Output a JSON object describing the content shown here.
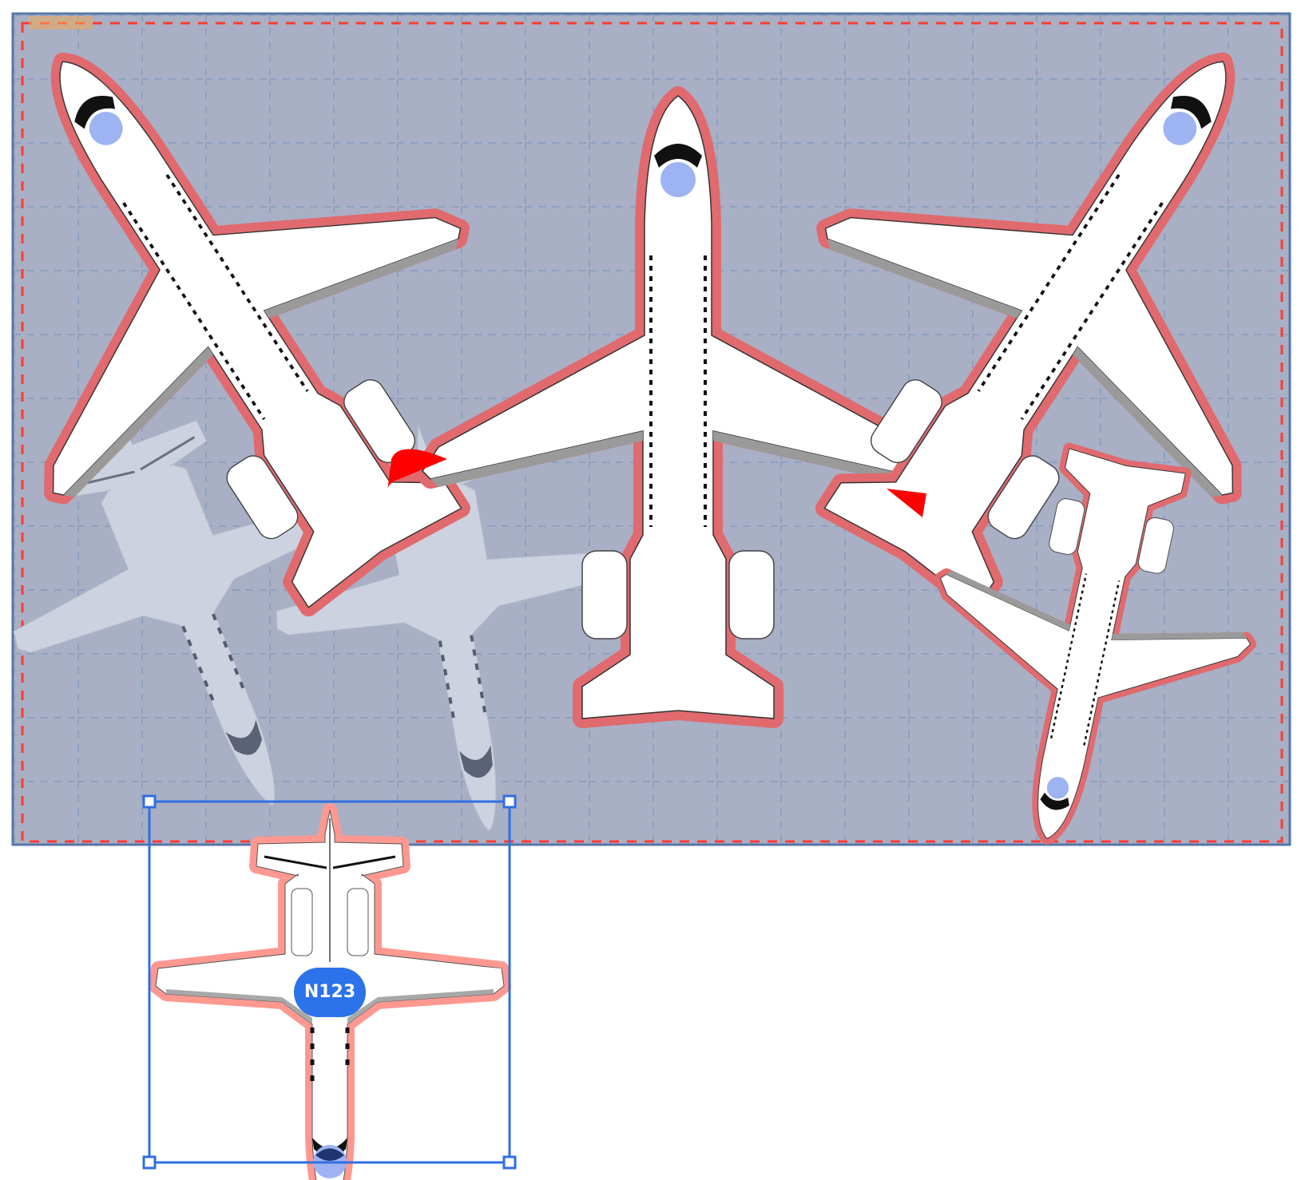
{
  "canvas": {
    "background": "#a9afc4",
    "border_color": "#5676a8",
    "grid_color": "#8a9ec0",
    "grid_spacing": 80,
    "boundary_dash_color": "#ff3b30",
    "highlight_color": "#f0a85a"
  },
  "aircraft": [
    {
      "id": "jet-left",
      "type": "large-business-jet",
      "state": "placed",
      "outline_color": "#e06a6e"
    },
    {
      "id": "jet-center",
      "type": "large-business-jet",
      "state": "placed",
      "outline_color": "#e06a6e"
    },
    {
      "id": "jet-right",
      "type": "large-business-jet",
      "state": "placed",
      "outline_color": "#e06a6e"
    },
    {
      "id": "jet-small-right",
      "type": "mid-size-jet",
      "state": "placed",
      "outline_color": "#e06a6e"
    },
    {
      "id": "ghost-left",
      "type": "turboprop",
      "state": "ghost"
    },
    {
      "id": "ghost-middle",
      "type": "turboprop",
      "state": "ghost"
    },
    {
      "id": "selected-aircraft",
      "type": "turboprop",
      "state": "selected",
      "outline_color": "#ff9890"
    }
  ],
  "selection": {
    "tail_number": "N123",
    "badge_color": "#2c72ea",
    "box_color": "#2f6fe0"
  },
  "colors": {
    "conflict_red": "#ff0000",
    "cockpit_dark": "#1f3570",
    "cockpit_light": "#9db3f2"
  }
}
